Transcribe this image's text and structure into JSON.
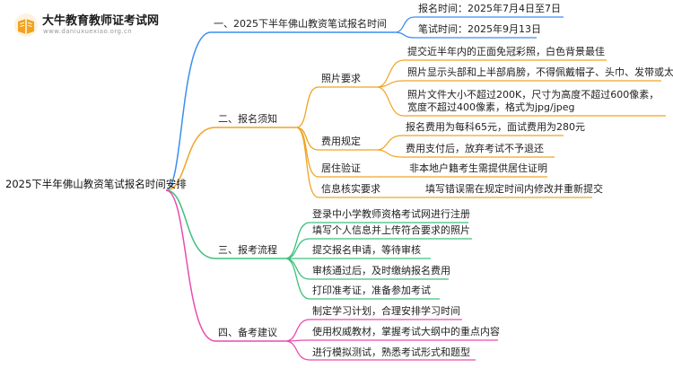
{
  "logo": {
    "title": "大牛教育教师证考试网",
    "subtitle": "www.daniuxuexiao.org.cn"
  },
  "mindmap": {
    "root": "2025下半年佛山教资笔试报名时间安排",
    "branches": [
      {
        "label": "一、2025下半年佛山教资笔试报名时间",
        "color": "#3c8ef0",
        "items": [
          {
            "text": "报名时间：2025年7月4日至7日"
          },
          {
            "text": "笔试时间：2025年9月13日"
          }
        ]
      },
      {
        "label": "二、报名须知",
        "color": "#f0a424",
        "items": [
          {
            "text": "照片要求",
            "details": [
              "提交近半年内的正面免冠彩照，白色背景最佳",
              "照片显示头部和上半部肩膀，不得佩戴帽子、头巾、发带或太阳镜",
              "照片文件大小不超过200K，尺寸为高度不超过600像素，宽度不超过400像素，格式为jpg/jpeg"
            ]
          },
          {
            "text": "费用规定",
            "details": [
              "报名费用为每科65元，面试费用为280元",
              "费用支付后，放弃考试不予退还"
            ]
          },
          {
            "text": "居住验证",
            "details": [
              "非本地户籍考生需提供居住证明"
            ]
          },
          {
            "text": "信息核实要求",
            "details": [
              "填写错误需在规定时间内修改并重新提交"
            ]
          }
        ]
      },
      {
        "label": "三、报考流程",
        "color": "#3dc07c",
        "items": [
          {
            "text": "登录中小学教师资格考试网进行注册"
          },
          {
            "text": "填写个人信息并上传符合要求的照片"
          },
          {
            "text": "提交报名申请，等待审核"
          },
          {
            "text": "审核通过后，及时缴纳报名费用"
          },
          {
            "text": "打印准考证，准备参加考试"
          }
        ]
      },
      {
        "label": "四、备考建议",
        "color": "#e94bb0",
        "items": [
          {
            "text": "制定学习计划，合理安排学习时间"
          },
          {
            "text": "使用权威教材，掌握考试大纲中的重点内容"
          },
          {
            "text": "进行模拟测试，熟悉考试形式和题型"
          }
        ]
      }
    ]
  }
}
